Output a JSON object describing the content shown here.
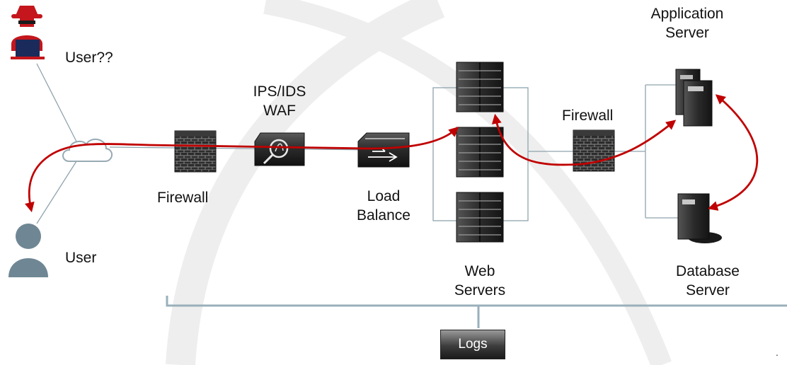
{
  "labels": {
    "hacker_user": "User??",
    "user": "User",
    "firewall_1": "Firewall",
    "ips_line1": "IPS/IDS",
    "ips_line2": "WAF",
    "lb_line1": "Load",
    "lb_line2": "Balance",
    "web_line1": "Web",
    "web_line2": "Servers",
    "firewall_2": "Firewall",
    "app_line1": "Application",
    "app_line2": "Server",
    "db_line1": "Database",
    "db_line2": "Server",
    "logs_button": "Logs",
    "corner_mark": "."
  },
  "icons": {
    "hacker": "hacker-icon",
    "user": "user-icon",
    "cloud": "cloud-icon",
    "firewall": "firewall-icon",
    "ips": "ips-waf-icon",
    "load_balancer": "load-balancer-icon",
    "web_server": "server-rack-icon",
    "app_server": "server-tower-icon",
    "db_server": "database-server-icon"
  },
  "colors": {
    "flow_arrow": "#c00000",
    "device_dark": "#2a2a2a",
    "connector": "#8fa3ad",
    "hacker": "#c4161c",
    "user": "#6f8794"
  }
}
